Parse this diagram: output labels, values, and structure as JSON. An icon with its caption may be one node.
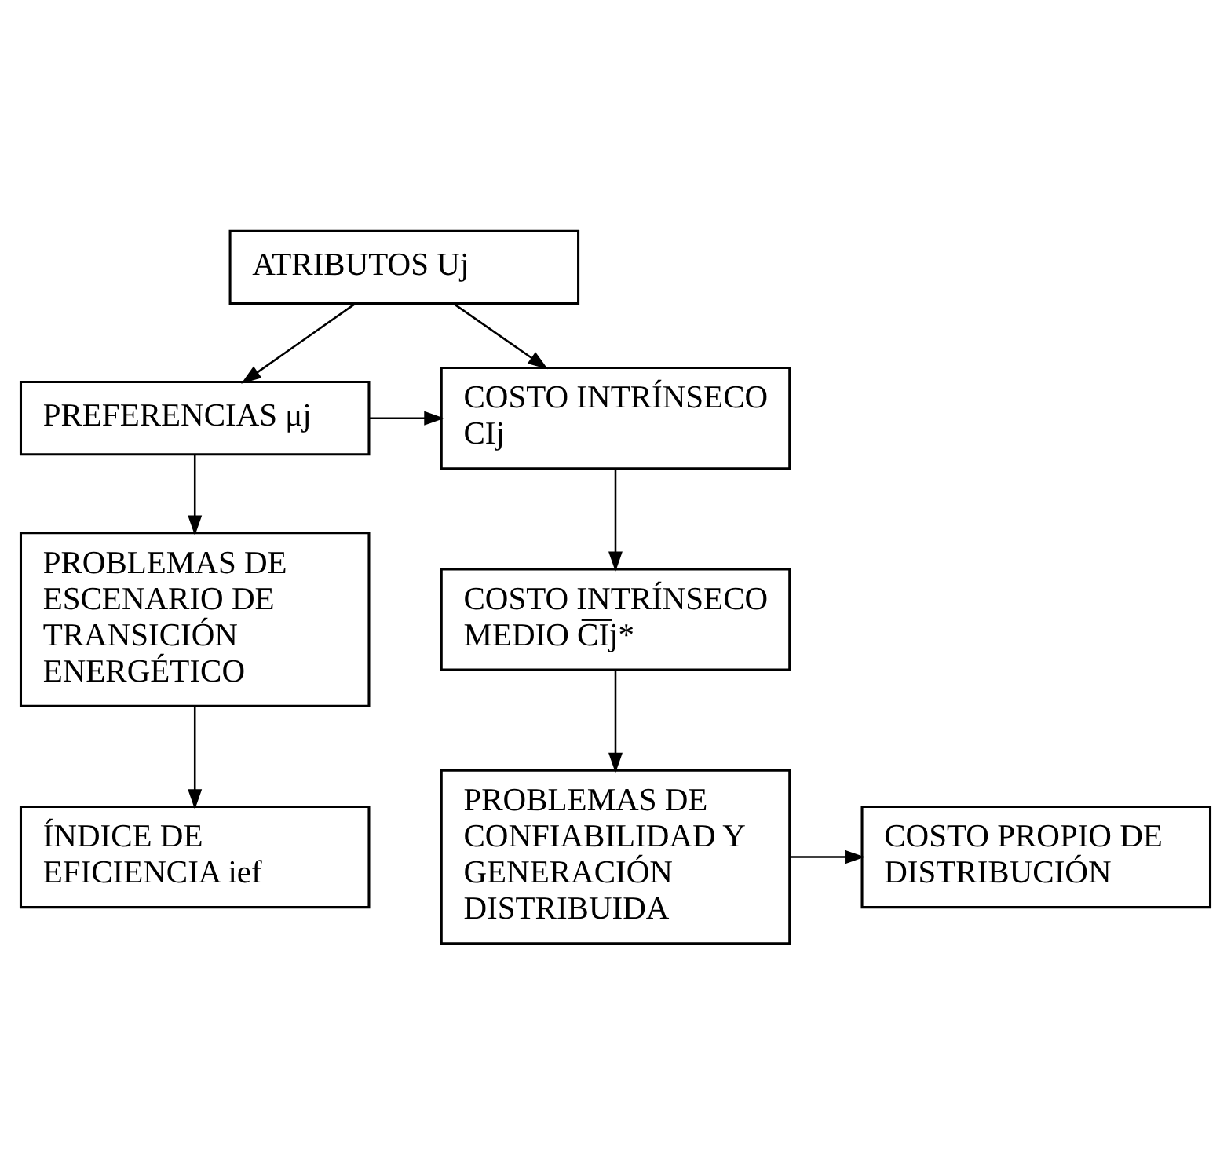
{
  "diagram": {
    "nodes": [
      {
        "text": [
          "ATRIBUTOS Uj"
        ]
      },
      {
        "text": [
          "COSTO INTRÍNSECO CIj"
        ]
      },
      {
        "text": [
          "PREFERENCIAS μj"
        ]
      },
      {
        "text": [
          "COSTO INTRÍNSECO MEDIO C̅I̅j*"
        ]
      },
      {
        "text": [
          "PROBLEMAS DE ESCENARIO DE TRANSICIÓN ENERGÉTICO"
        ]
      },
      {
        "text": [
          "ÍNDICE DE EFICIENCIA ief"
        ]
      },
      {
        "text": [
          "PROBLEMAS DE CONFIABILIDAD Y GENERACIÓN DISTRIBUIDA"
        ]
      },
      {
        "text": [
          "COSTO PROPIO DE DISTRIBUCIÓN"
        ]
      }
    ],
    "edges": [
      {
        "from": 0,
        "to": 1,
        "arrow": "to"
      },
      {
        "from": 0,
        "to": 2,
        "arrow": "to"
      },
      {
        "from": 2,
        "to": 1,
        "arrow": "to"
      },
      {
        "from": 1,
        "to": 3,
        "arrow": "to"
      },
      {
        "from": 2,
        "to": 4,
        "arrow": "to"
      },
      {
        "from": 4,
        "to": 5,
        "arrow": "to"
      },
      {
        "from": 3,
        "to": 6,
        "arrow": "to"
      },
      {
        "from": 6,
        "to": 7,
        "arrow": "to"
      }
    ]
  }
}
